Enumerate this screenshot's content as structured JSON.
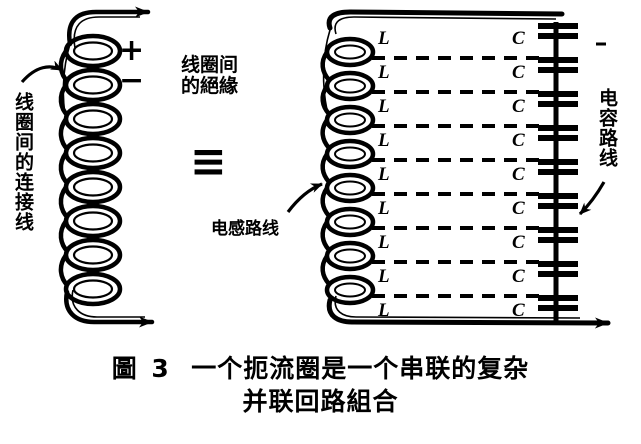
{
  "figure": {
    "caption_figure_number": "圖 3",
    "caption_line1": "一个扼流圈是一个串联的复杂",
    "caption_line2": "并联回路組合",
    "caption_full": "圖 3 一个扼流圈是一个串联的复杂并联回路組合"
  },
  "left_diagram": {
    "name": "choke-coil-winding",
    "label_connection_wire": "线圈间的连接线",
    "sign_plus": "+",
    "sign_minus": "−",
    "turn_count": 8,
    "top_arrow_direction": "right",
    "bottom_arrow_direction": "right"
  },
  "middle": {
    "label_insulation": "线圈间\n的絕緣",
    "label_insulation_line1": "线圈间",
    "label_insulation_line2": "的絕緣",
    "equivalence_symbol": "≡"
  },
  "right_diagram": {
    "name": "equivalent-lc-ladder",
    "label_inductance_path": "电感路线",
    "label_capacitor_path": "电容路线",
    "turn_count": 8,
    "inductor_labels": [
      "L",
      "L",
      "L",
      "L",
      "L",
      "L",
      "L",
      "L",
      "L"
    ],
    "capacitor_labels": [
      "C",
      "C",
      "C",
      "C",
      "C",
      "C",
      "C",
      "C",
      "C"
    ],
    "dashed_link_count": 8,
    "capacitor_plate_pairs": 9,
    "top_rail_arrow_direction": "none",
    "bottom_rail_arrow_direction": "right"
  },
  "colors": {
    "ink": "#000000",
    "paper": "#ffffff"
  }
}
